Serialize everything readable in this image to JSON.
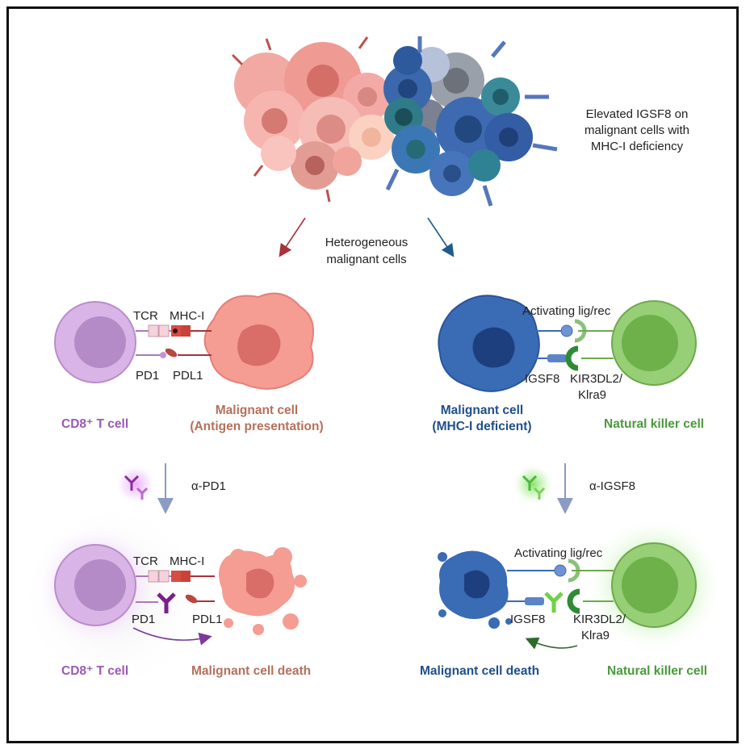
{
  "header_note": [
    "Elevated IGSF8 on",
    "malignant cells with",
    "MHC-I deficiency"
  ],
  "split_label": [
    "Heterogeneous",
    "malignant cells"
  ],
  "left_top": {
    "tcr": "TCR",
    "mhc": "MHC-I",
    "pd1": "PD1",
    "pdl1": "PDL1",
    "tcell_title": "CD8⁺ T cell",
    "malignant_title": [
      "Malignant cell",
      "(Antigen presentation)"
    ]
  },
  "right_top": {
    "activating": "Activating lig/rec",
    "igsf8": "IGSF8",
    "kir": [
      "KIR3DL2/",
      "Klra9"
    ],
    "malignant_title": [
      "Malignant cell",
      "(MHC-I deficient)"
    ],
    "nk_title": "Natural killer cell"
  },
  "left_treatment": "α-PD1",
  "right_treatment": "α-IGSF8",
  "left_bottom": {
    "tcr": "TCR",
    "mhc": "MHC-I",
    "pd1": "PD1",
    "pdl1": "PDL1",
    "tcell_title": "CD8⁺ T cell",
    "death_title": "Malignant cell death"
  },
  "right_bottom": {
    "activating": "Activating lig/rec",
    "igsf8": "IGSF8",
    "kir": [
      "KIR3DL2/",
      "Klra9"
    ],
    "death_title": "Malignant cell death",
    "nk_title": "Natural killer cell"
  },
  "colors": {
    "tcell": "#c9a0dc",
    "malignant_pink": "#f4a3a0",
    "malignant_blue": "#3a6bb5",
    "nk_green": "#8cc86a",
    "purple_text": "#9b59b6",
    "brown_text": "#b5705a",
    "blue_text": "#1f4e8c",
    "green_text": "#4a9a3a",
    "arrow_red": "#a8323a",
    "arrow_blue": "#1f5c8c"
  }
}
